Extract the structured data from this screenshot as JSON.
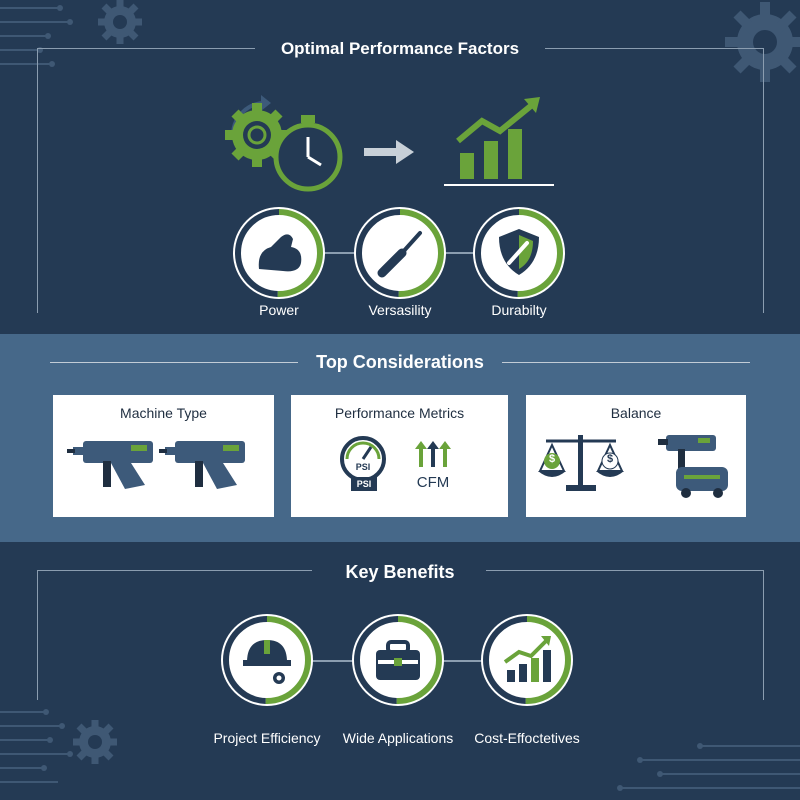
{
  "colors": {
    "navy": "#243a54",
    "steel": "#466889",
    "green": "#6aa33a",
    "tool_blue": "#3d5a7a",
    "white": "#ffffff"
  },
  "top": {
    "title": "Optimal Performance Factors",
    "icons": [
      "gear-icon",
      "stopwatch-icon",
      "arrow-right-icon",
      "growth-chart-icon"
    ],
    "factors": [
      {
        "label": "Power",
        "icon": "flexed-arm-icon"
      },
      {
        "label": "Versasility",
        "icon": "screwdriver-icon"
      },
      {
        "label": "Durabilty",
        "icon": "shield-wrench-icon"
      }
    ]
  },
  "middle": {
    "title": "Top Considerations",
    "cards": [
      {
        "title": "Machine Type",
        "icon": "drill-icon"
      },
      {
        "title": "Performance Metrics",
        "icon": "pressure-gauge-icon",
        "gauge_label_top": "PSI",
        "gauge_label_bottom": "PSI",
        "flow_label": "CFM"
      },
      {
        "title": "Balance",
        "icon": "balance-scale-icon",
        "symbol": "$"
      }
    ]
  },
  "bottom": {
    "title": "Key Benefits",
    "benefits": [
      {
        "label": "Project Efficiency",
        "icon": "hardhat-gear-icon"
      },
      {
        "label": "Wide Applications",
        "icon": "toolbox-icon"
      },
      {
        "label": "Cost-Effoctetives",
        "icon": "growth-chart-icon"
      }
    ]
  }
}
